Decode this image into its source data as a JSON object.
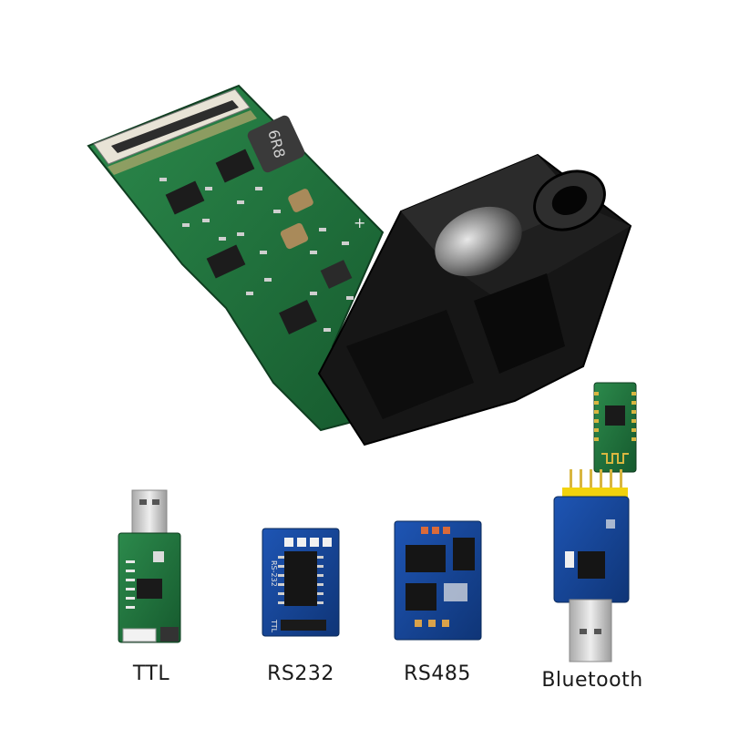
{
  "labels": {
    "ttl": "TTL",
    "rs232": "RS232",
    "rs485": "RS485",
    "bluetooth": "Bluetooth"
  },
  "markings": {
    "inductor": "6R8",
    "board_plus": "+",
    "rs232_side": "RS-232",
    "rs232_ttl": "TTL"
  },
  "colors": {
    "pcb_green": "#1f6b3a",
    "pcb_blue": "#143f8c",
    "lens_black": "#111111",
    "usb_metal": "#c9c9c9",
    "header_gold": "#d8b640",
    "header_yellow": "#f2d20d"
  }
}
